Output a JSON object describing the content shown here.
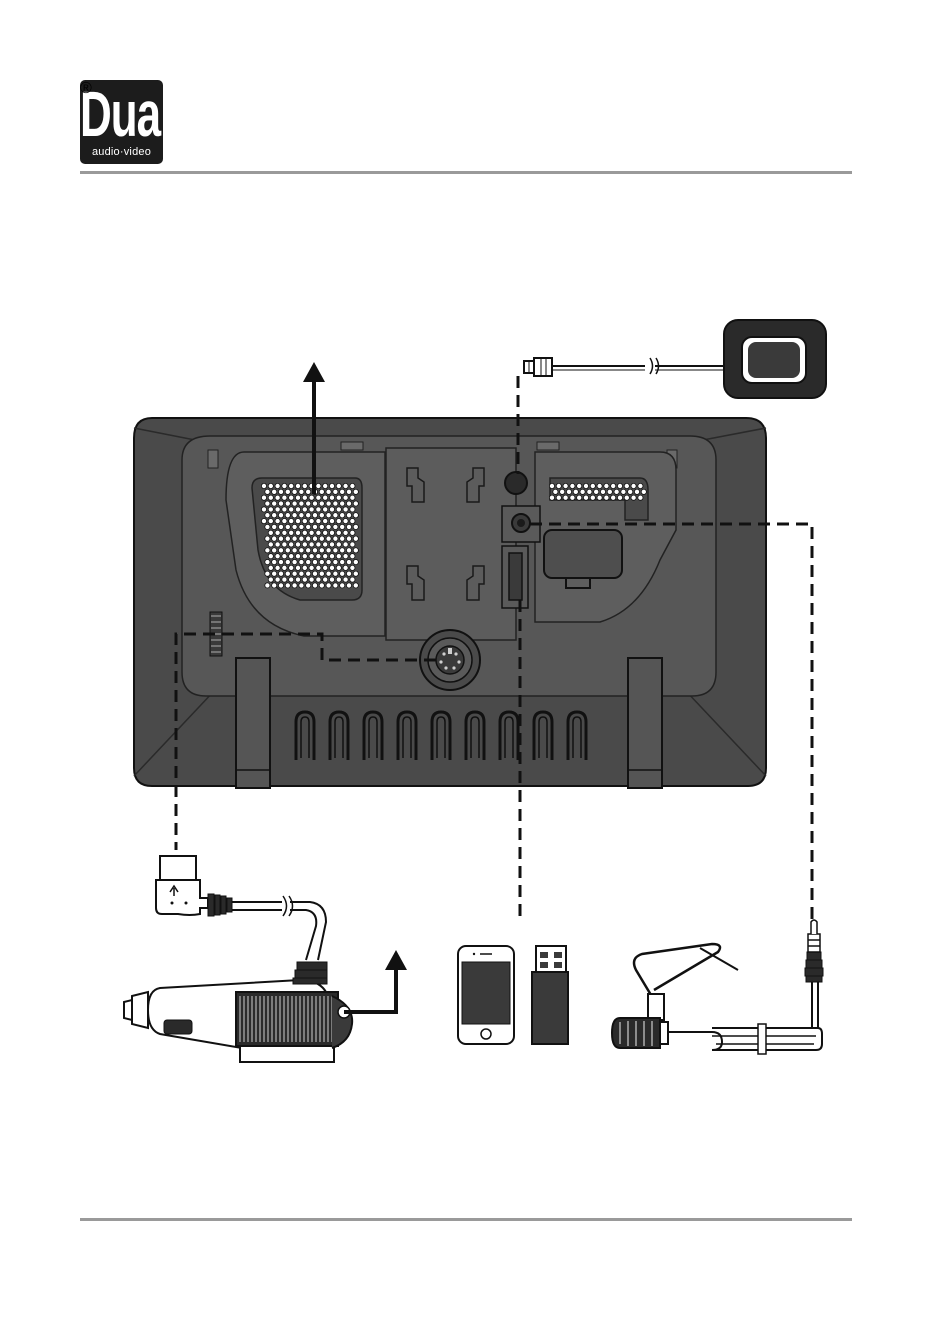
{
  "header": {
    "brand": "Dual",
    "tagline": "audio·video",
    "registered_mark": "®"
  },
  "colors": {
    "device_body": "#4a4a4a",
    "device_panel": "#575757",
    "outline": "#111111",
    "rule": "#9a9a9a",
    "background": "#ffffff"
  },
  "diagram": {
    "components": [
      "device-rear-panel",
      "gps-antenna",
      "power-plug-connector",
      "car-power-adapter",
      "smartphone",
      "usb-flash-drive",
      "microphone-with-visor-clip"
    ],
    "arrows": [
      "speaker-up-arrow",
      "adapter-up-arrow"
    ],
    "usb_slot_count": 9
  }
}
